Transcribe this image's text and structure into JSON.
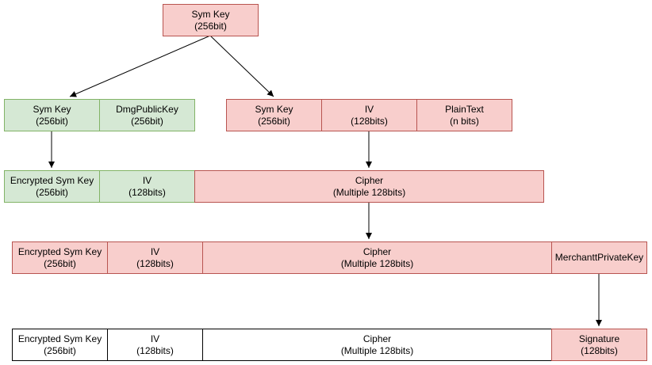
{
  "top_key": {
    "line1": "Sym Key",
    "line2": "(256bit)"
  },
  "green_row": [
    {
      "line1": "Sym Key",
      "line2": "(256bit)"
    },
    {
      "line1": "DmgPublicKey",
      "line2": "(256bit)"
    }
  ],
  "red_row": [
    {
      "line1": "Sym Key",
      "line2": "(256bit)"
    },
    {
      "line1": "IV",
      "line2": "(128bits)"
    },
    {
      "line1": "PlainText",
      "line2": "(n bits)"
    }
  ],
  "row3": [
    {
      "line1": "Encrypted Sym Key",
      "line2": "(256bit)"
    },
    {
      "line1": "IV",
      "line2": "(128bits)"
    },
    {
      "line1": "Cipher",
      "line2": "(Multiple 128bits)"
    }
  ],
  "row4": [
    {
      "line1": "Encrypted Sym Key",
      "line2": "(256bit)"
    },
    {
      "line1": "IV",
      "line2": "(128bits)"
    },
    {
      "line1": "Cipher",
      "line2": "(Multiple 128bits)"
    },
    {
      "line1": "MerchanttPrivateKey",
      "line2": ""
    }
  ],
  "row5": [
    {
      "line1": "Encrypted Sym Key",
      "line2": "(256bit)"
    },
    {
      "line1": "IV",
      "line2": "(128bits)"
    },
    {
      "line1": "Cipher",
      "line2": "(Multiple 128bits)"
    },
    {
      "line1": "Signature",
      "line2": "(128bits)"
    }
  ]
}
